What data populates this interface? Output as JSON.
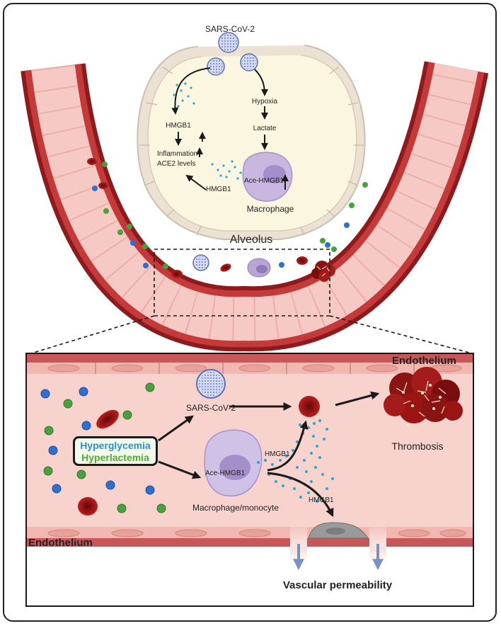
{
  "alveolus": {
    "virus_label": "SARS-CoV-2",
    "hypoxia": "Hypoxia",
    "lactate": "Lactate",
    "hmgb1_top": "HMGB1",
    "inflammation": "Inflammation",
    "ace2_levels": "ACE2 levels",
    "hmgb1_bottom": "HMGB1",
    "ace_hmgb1": "Ace-HMGB1",
    "macrophage": "Macrophage",
    "title": "Alveolus"
  },
  "inset": {
    "endothelium_top": "Endothelium",
    "endothelium_bottom": "Endothelium",
    "virus_label": "SARS-CoV-2",
    "hyperglycemia": "Hyperglycemia",
    "hyperlactemia": "Hyperlactemia",
    "ace_hmgb1": "Ace-HMGB1",
    "macrophage_monocyte": "Macrophage/monocyte",
    "hmgb1_upper": "HMGB1",
    "hmgb1_lower": "HMGB1",
    "thrombosis": "Thrombosis",
    "vascular_permeability": "Vascular permeability"
  },
  "colors": {
    "vessel_wall": "#a01e22",
    "vessel_lumen": "#f6c9c4",
    "rbc": "#9b1414",
    "glucose_dot": "#2f6fd0",
    "lactate_dot": "#4aa040",
    "hmgb1_dot": "#29a6d8",
    "alveolus_fill": "#faf6df",
    "macrophage": "#b9a6d6",
    "hyperglycemia_text": "#2a8fd6",
    "hyperlactemia_text": "#53a83a"
  }
}
